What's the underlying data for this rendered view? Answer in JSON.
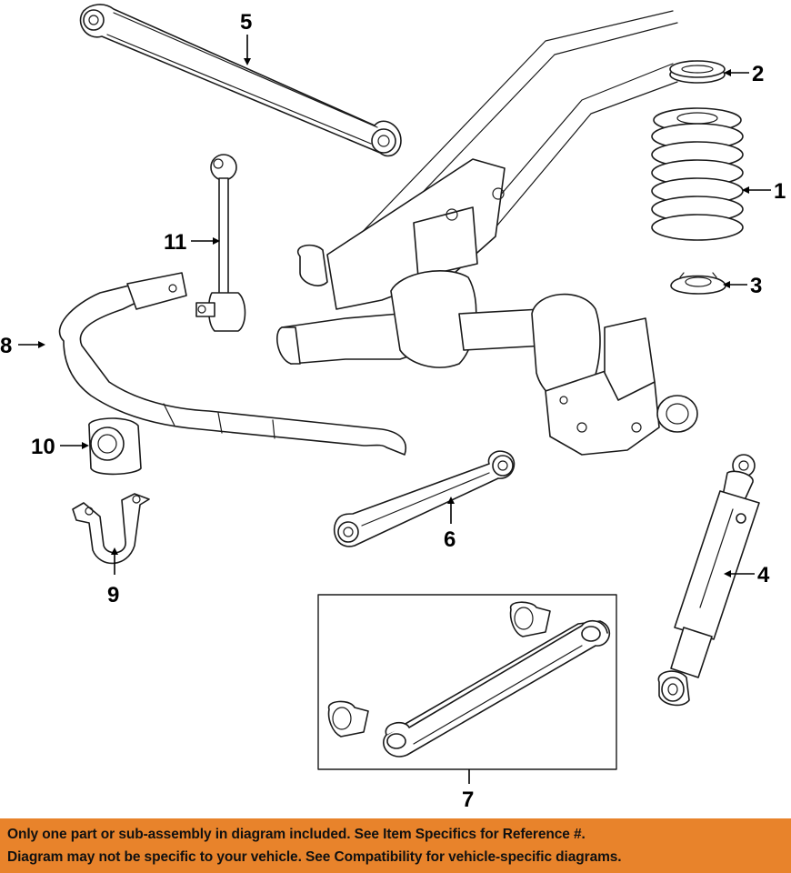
{
  "callouts": [
    {
      "id": "1",
      "label": "1"
    },
    {
      "id": "2",
      "label": "2"
    },
    {
      "id": "3",
      "label": "3"
    },
    {
      "id": "4",
      "label": "4"
    },
    {
      "id": "5",
      "label": "5"
    },
    {
      "id": "6",
      "label": "6"
    },
    {
      "id": "7",
      "label": "7"
    },
    {
      "id": "8",
      "label": "8"
    },
    {
      "id": "9",
      "label": "9"
    },
    {
      "id": "10",
      "label": "10"
    },
    {
      "id": "11",
      "label": "11"
    }
  ],
  "footer": {
    "line1": "Only one part or sub-assembly in diagram included. See Item Specifics for Reference #.",
    "line2": "Diagram may not be specific to your vehicle. See Compatibility for vehicle-specific diagrams.",
    "background_color": "#e8832b"
  }
}
